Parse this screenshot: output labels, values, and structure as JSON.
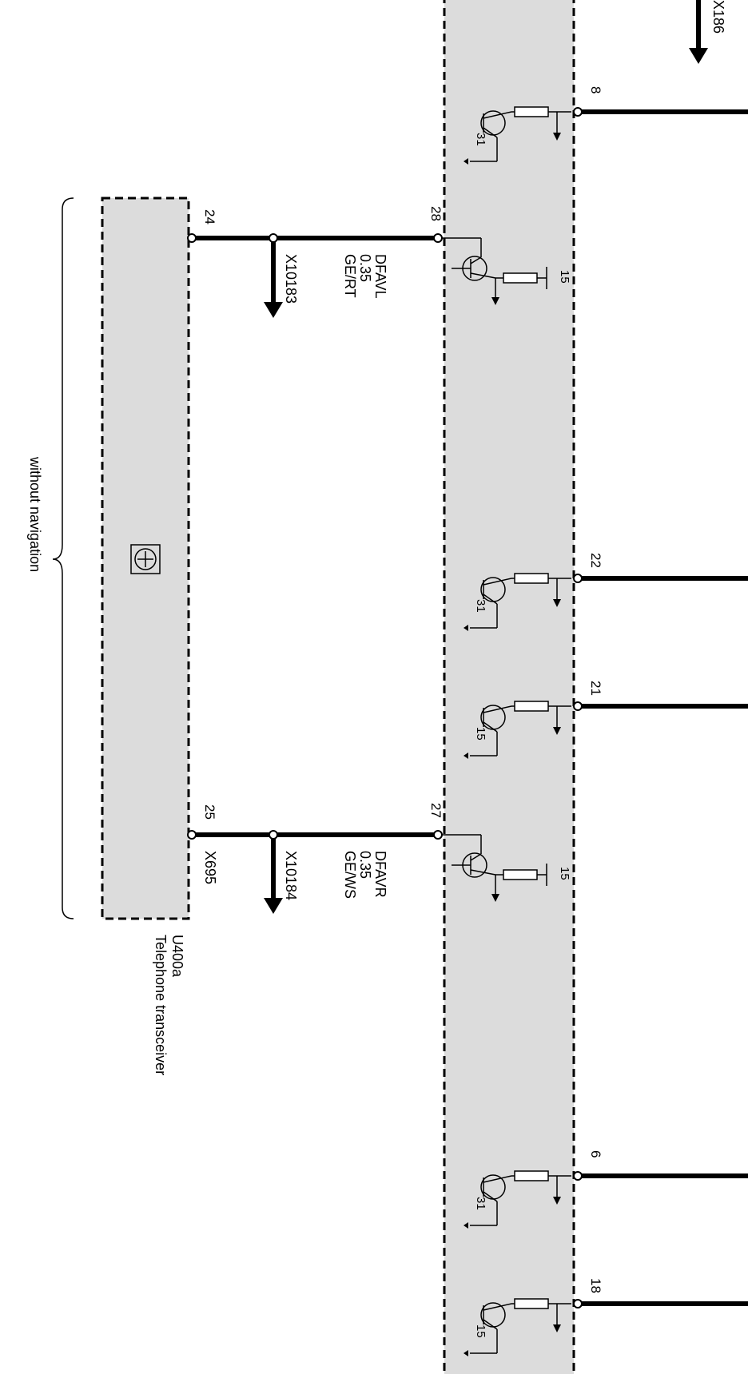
{
  "connectors": {
    "top": "X186",
    "left_upper": "X10183",
    "left_lower": "X10184",
    "module_lower": "X695"
  },
  "wires": {
    "upper": {
      "name": "DFAVL",
      "size": "0.35",
      "color": "GE/RT"
    },
    "lower": {
      "name": "DFAVR",
      "size": "0.35",
      "color": "GE/WS"
    }
  },
  "module": {
    "id": "U400a",
    "name": "Telephone transceiver",
    "pin_upper": "24",
    "pin_lower": "25"
  },
  "bracket_note": "without navigation",
  "main_unit": {
    "pin_upper": "28",
    "pin_lower": "27"
  },
  "outputs": [
    {
      "pin": "8",
      "ground": "31"
    },
    {
      "pin": "22",
      "ground": "31"
    },
    {
      "pin": "21",
      "ground": "15"
    },
    {
      "pin": "6",
      "ground": "31"
    },
    {
      "pin": "18",
      "ground": "15"
    }
  ],
  "input_supply": {
    "upper": "15",
    "lower": "15"
  }
}
